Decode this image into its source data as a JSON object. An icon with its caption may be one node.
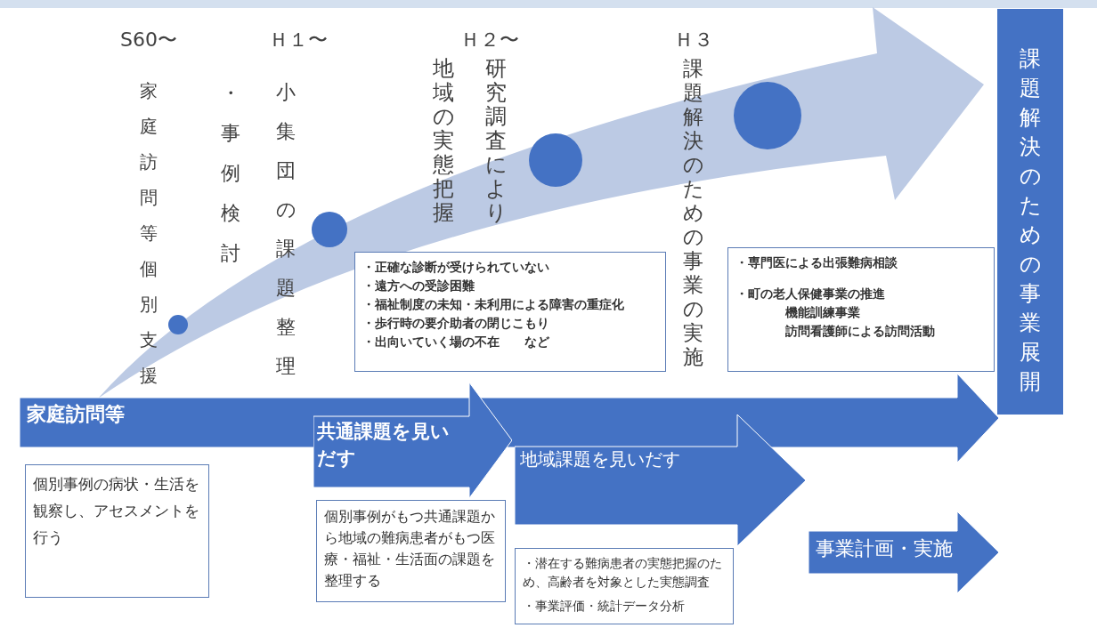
{
  "diagram": {
    "nodes": [
      {
        "text": [
          "家庭訪問等"
        ]
      },
      {
        "text": [
          "個別事例の病状・生活を観察し、アセスメントを行う"
        ]
      },
      {
        "text": [
          "共通課題を見いだす"
        ]
      },
      {
        "text": [
          "個別事例がもつ共通課題から地域の難病患者がもつ医療・福祉・生活面の課題を整理する"
        ]
      },
      {
        "text": [
          "地域課題を見いだす"
        ]
      },
      {
        "text": [
          "・潜在する難病患者の実態把握のため、高齢者を対象とした実態調査",
          "・事業評価・統計データ分析"
        ]
      },
      {
        "text": [
          "事業計画・実施"
        ]
      },
      {
        "text": [
          "・正確な診断が受けられていない",
          "・遠方への受診困難",
          "・福祉制度の未知・未利用による障害の重症化",
          "・歩行時の要介助者の閉じこもり",
          "・出向いていく場の不在　　など"
        ]
      },
      {
        "text": [
          "・専門医による出張難病相談",
          "・町の老人保健事業の推進",
          "機能訓練事業",
          "訪問看護師による訪問活動"
        ]
      },
      {
        "text": [
          "課題解決のための事業展開"
        ]
      }
    ],
    "labels": [
      "S60〜",
      "Ｈ１〜",
      "Ｈ２〜",
      "Ｈ３",
      "家庭訪問等個別支援",
      "・事例検討",
      "小集団の課題整理",
      "地域の実態把握",
      "研究調査により",
      "課題解決のための事業の実施"
    ]
  }
}
